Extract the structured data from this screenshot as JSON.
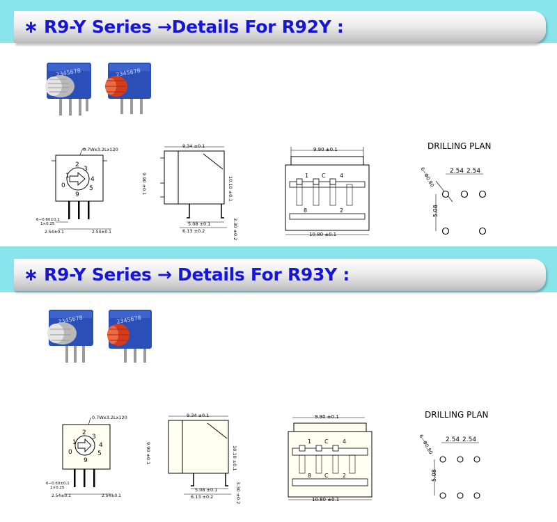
{
  "colors": {
    "page_bg": "#89e4ec",
    "banner_text": "#1616d8",
    "switch_body": "#2b4fb8",
    "knob_grey": "#c8c8c8",
    "knob_red": "#d23c1c"
  },
  "sections": [
    {
      "title": "∗ R9-Y Series →Details For R92Y :",
      "front": {
        "spec": "0.7Wx3.2Lx120",
        "digits": [
          "2",
          "3",
          "4",
          "5",
          "9",
          "0",
          "1"
        ],
        "pin_note_a": "6−0.60±0.1",
        "pin_note_b": "1×0.25",
        "pitch_left": "2.54±0.1",
        "pitch_right": "2.54±0.1"
      },
      "side": {
        "width": "9.34 ±0.1",
        "height_left": "9.90 ±0.1",
        "height_right": "10.10 ±0.1",
        "pin_spacing": "5.08 ±0.1",
        "pin_span": "6.13 ±0.2",
        "pin_length": "3.30 ±0.2"
      },
      "top": {
        "width_top": "9.90 ±0.1",
        "width_bottom": "10.80 ±0.1",
        "pins_top": [
          "1",
          "C",
          "4"
        ],
        "pins_bottom": [
          "8",
          "2"
        ]
      },
      "drill": {
        "heading": "DRILLING PLAN",
        "hole_spec": "6−Φ0.80",
        "pitch_a": "2.54",
        "pitch_b": "2.54",
        "row_spacing": "5.08"
      }
    },
    {
      "title": "∗ R9-Y Series → Details For R93Y :",
      "front": {
        "spec": "0.7Wx3.2Lx120",
        "digits": [
          "2",
          "3",
          "4",
          "5",
          "9",
          "0",
          "1"
        ],
        "pin_note_a": "6−0.60±0.1",
        "pin_note_b": "1×0.25",
        "pitch_left": "2.54±0.1",
        "pitch_right": "2.54±0.1"
      },
      "side": {
        "width": "9.34 ±0.1",
        "height_left": "9.90 ±0.1",
        "height_right": "10.10 ±0.1",
        "pin_spacing": "5.08 ±0.1",
        "pin_span": "6.13 ±0.2",
        "pin_length": "3.30 ±0.2"
      },
      "top": {
        "width_top": "9.90 ±0.1",
        "width_bottom": "10.80 ±0.1",
        "pins_top": [
          "1",
          "C",
          "4"
        ],
        "pins_bottom": [
          "8",
          "C",
          "2"
        ]
      },
      "drill": {
        "heading": "DRILLING PLAN",
        "hole_spec": "6−Φ0.80",
        "pitch_a": "2.54",
        "pitch_b": "2.54",
        "row_spacing": "5.08"
      }
    }
  ]
}
